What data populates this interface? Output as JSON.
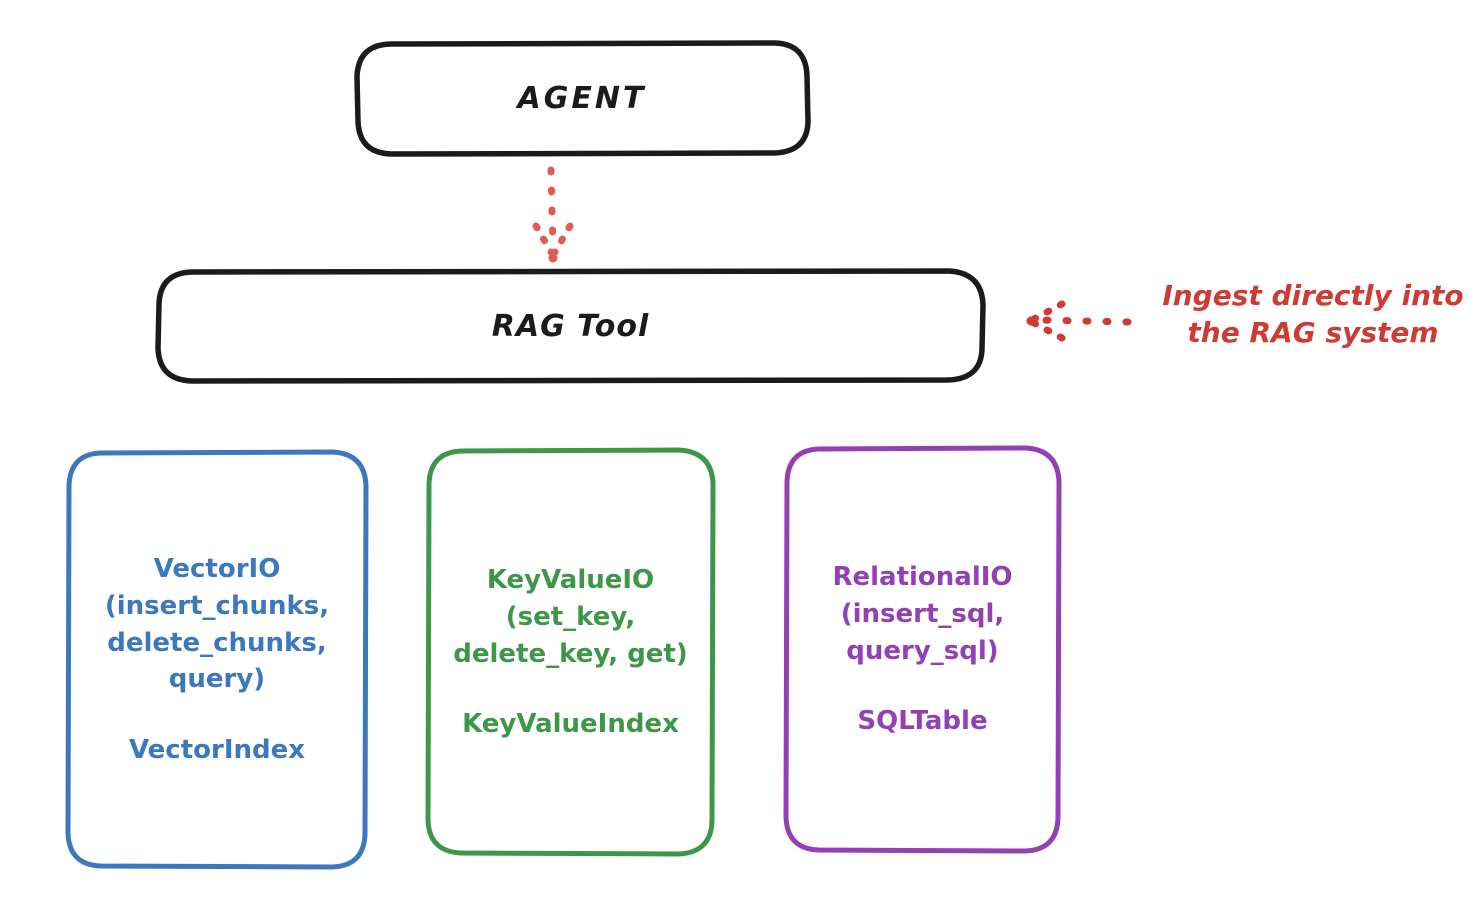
{
  "diagram": {
    "title": "RAG Tool architecture",
    "background": "#ffffff",
    "nodes": {
      "agent": {
        "label": "AGENT",
        "stroke": "#1b1b1b",
        "shape": "rounded-rectangle"
      },
      "rag_tool": {
        "label": "RAG Tool",
        "stroke": "#1b1b1b",
        "shape": "rounded-rectangle"
      },
      "vector_io": {
        "api": "VectorIO\n(insert_chunks,\ndelete_chunks,\nquery)",
        "index": "VectorIndex",
        "stroke": "#3b78bd",
        "shape": "rounded-rectangle"
      },
      "key_value_io": {
        "api": "KeyValueIO\n(set_key,\ndelete_key, get)",
        "index": "KeyValueIndex",
        "stroke": "#3e9748",
        "shape": "rounded-rectangle"
      },
      "relational_io": {
        "api": "RelationalIO\n(insert_sql,\nquery_sql)",
        "index": "SQLTable",
        "stroke": "#9340b5",
        "shape": "rounded-rectangle"
      }
    },
    "annotations": {
      "ingest": {
        "text": "Ingest directly into\nthe RAG system",
        "color": "#ce3b35"
      }
    },
    "connectors": [
      {
        "name": "agent-to-rag-tool",
        "from": "agent",
        "to": "rag_tool",
        "style": "dotted",
        "color": "#e05c52",
        "arrow": "down"
      },
      {
        "name": "ingest-to-rag-tool",
        "from": "ingest-annotation",
        "to": "rag_tool",
        "style": "dotted",
        "color": "#ce3b35",
        "arrow": "left"
      }
    ]
  }
}
